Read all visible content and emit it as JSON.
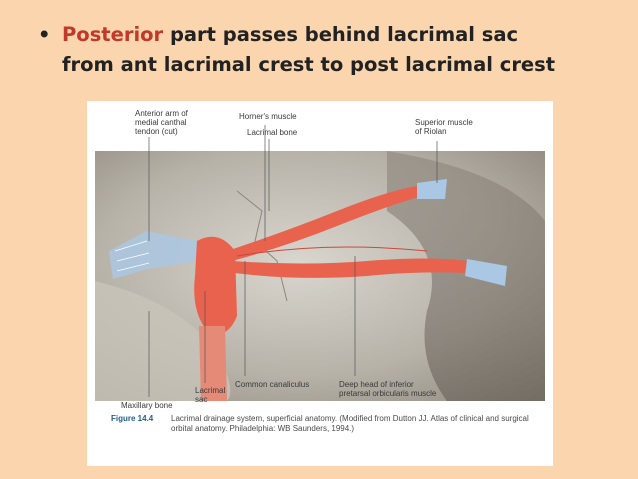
{
  "slide": {
    "bullet_line1_highlight": "Posterior",
    "bullet_line1_rest": " part passes behind lacrimal sac",
    "bullet_line2": "from ant lacrimal crest to post lacrimal crest"
  },
  "figure": {
    "labels": {
      "anterior_arm": [
        "Anterior arm of",
        "medial canthal",
        "tendon (cut)"
      ],
      "horners_muscle": "Horner's muscle",
      "lacrimal_bone": "Lacrimal bone",
      "superior_muscle": [
        "Superior muscle",
        "of Riolan"
      ],
      "common_canaliculus": "Common canaliculus",
      "lacrimal_sac": [
        "Lacrimal",
        "sac"
      ],
      "deep_head": [
        "Deep head of inferior",
        "pretarsal orbicularis muscle"
      ],
      "maxillary_bone": "Maxillary bone"
    },
    "caption_label": "Figure 14.4",
    "caption_text": "Lacrimal drainage system, superficial anatomy. (Modified from Dutton JJ. Atlas of clinical and surgical orbital anatomy. Philadelphia: WB Saunders, 1994.)"
  },
  "colors": {
    "background": "#fbd5ad",
    "highlight": "#c0392b",
    "muscle": "#e8624e",
    "tendon": "#aac7e3"
  }
}
